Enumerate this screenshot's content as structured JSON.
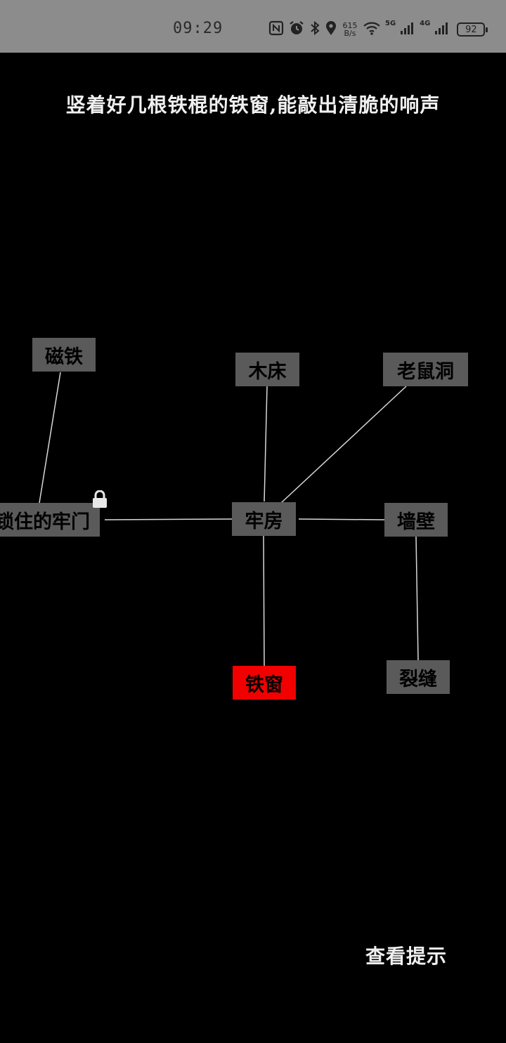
{
  "status_bar": {
    "time": "09:29",
    "net_speed_value": "615",
    "net_speed_unit": "B/s",
    "signal_1_label": "5G",
    "signal_2_label": "4G",
    "battery": "92",
    "icons": [
      "nfc-icon",
      "alarm-icon",
      "bluetooth-icon",
      "location-icon",
      "wifi-icon",
      "signal-icon",
      "signal-icon",
      "battery-icon"
    ]
  },
  "scene": {
    "description": "竖着好几根铁棍的铁窗,能敲出清脆的响声"
  },
  "map": {
    "nodes": {
      "magnet": "磁铁",
      "locked_door": "锁住的牢门",
      "wooden_bed": "木床",
      "mouse_hole": "老鼠洞",
      "cell": "牢房",
      "wall": "墙壁",
      "iron_window": "铁窗",
      "crack": "裂缝"
    },
    "active_node": "iron_window",
    "locked_node": "locked_door",
    "active_color": "#f20000",
    "node_color": "#5a5a5a",
    "line_color": "#d8d8d8"
  },
  "hint": {
    "label": "查看提示"
  }
}
